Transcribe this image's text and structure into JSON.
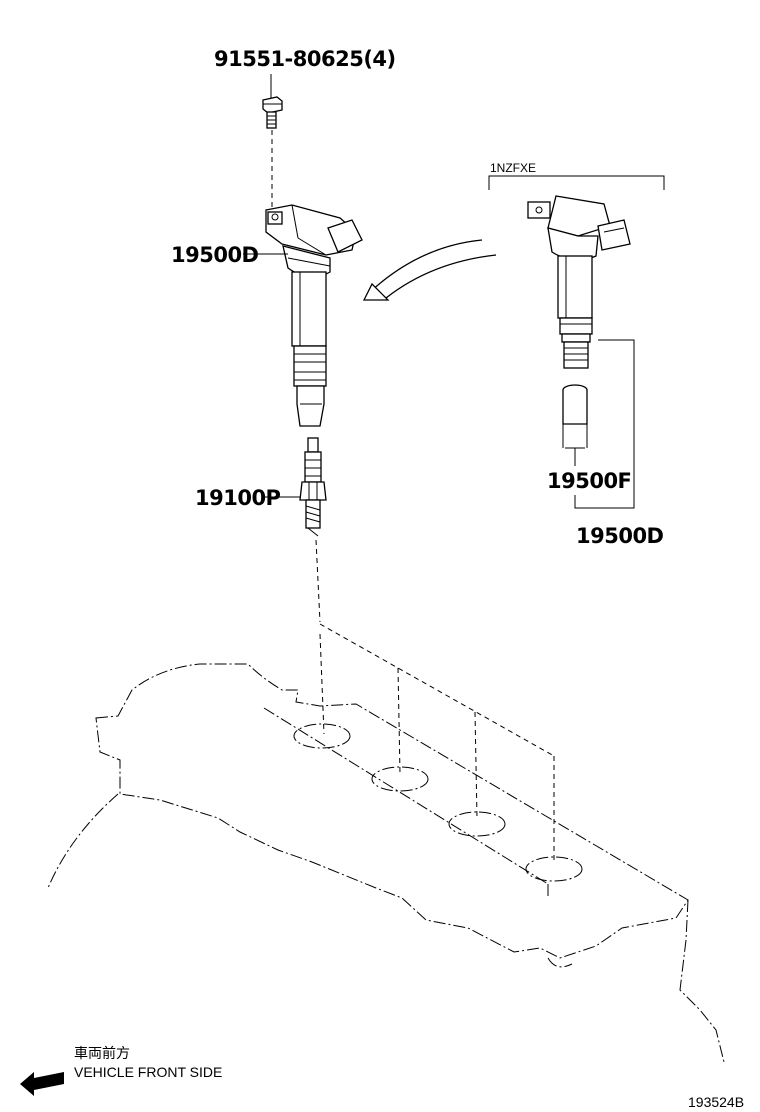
{
  "labels": {
    "bolt": "91551-80625(4)",
    "coil_main": "19500D",
    "spark_plug": "19100P",
    "variant_header": "1NZFXE",
    "boot": "19500F",
    "coil_variant": "19500D"
  },
  "direction": {
    "japanese": "車両前方",
    "english": "VEHICLE FRONT SIDE"
  },
  "diagram_id": "193524B"
}
